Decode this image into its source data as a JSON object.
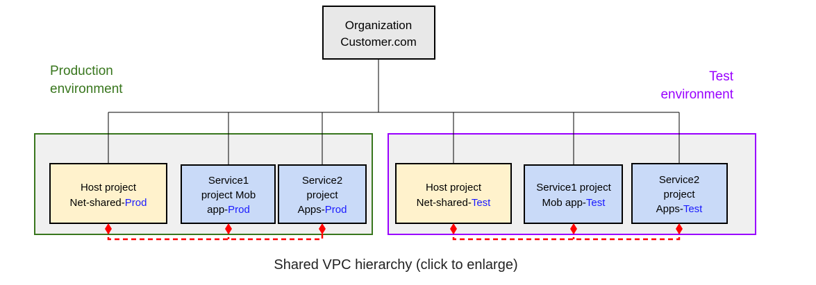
{
  "colors": {
    "production": "#38761d",
    "test": "#9900ff",
    "host_fill": "#fff2cc",
    "service_fill": "#c9daf8",
    "env_fill": "#f0f0f0",
    "org_fill": "#e8e8e8",
    "link": "#ff0000",
    "env_suffix": "#1a1aff"
  },
  "organization": {
    "line1": "Organization",
    "line2": "Customer.com"
  },
  "production": {
    "label_line1": "Production",
    "label_line2": "environment",
    "host": {
      "line1": "Host project",
      "line2_prefix": "Net-shared-",
      "line2_suffix": "Prod"
    },
    "service1": {
      "line1": "Service1",
      "line2": "project Mob",
      "line3_prefix": "app-",
      "line3_suffix": "Prod"
    },
    "service2": {
      "line1": "Service2",
      "line2": "project",
      "line3_prefix": "Apps-",
      "line3_suffix": "Prod"
    }
  },
  "test": {
    "label_line1": "Test",
    "label_line2": "environment",
    "host": {
      "line1": "Host project",
      "line2_prefix": "Net-shared-",
      "line2_suffix": "Test"
    },
    "service1": {
      "line1": "Service1 project",
      "line2_prefix": "Mob app-",
      "line2_suffix": "Test"
    },
    "service2": {
      "line1": "Service2",
      "line2": "project",
      "line3_prefix": "Apps-",
      "line3_suffix": "Test"
    }
  },
  "caption": "Shared VPC hierarchy (click to enlarge)"
}
